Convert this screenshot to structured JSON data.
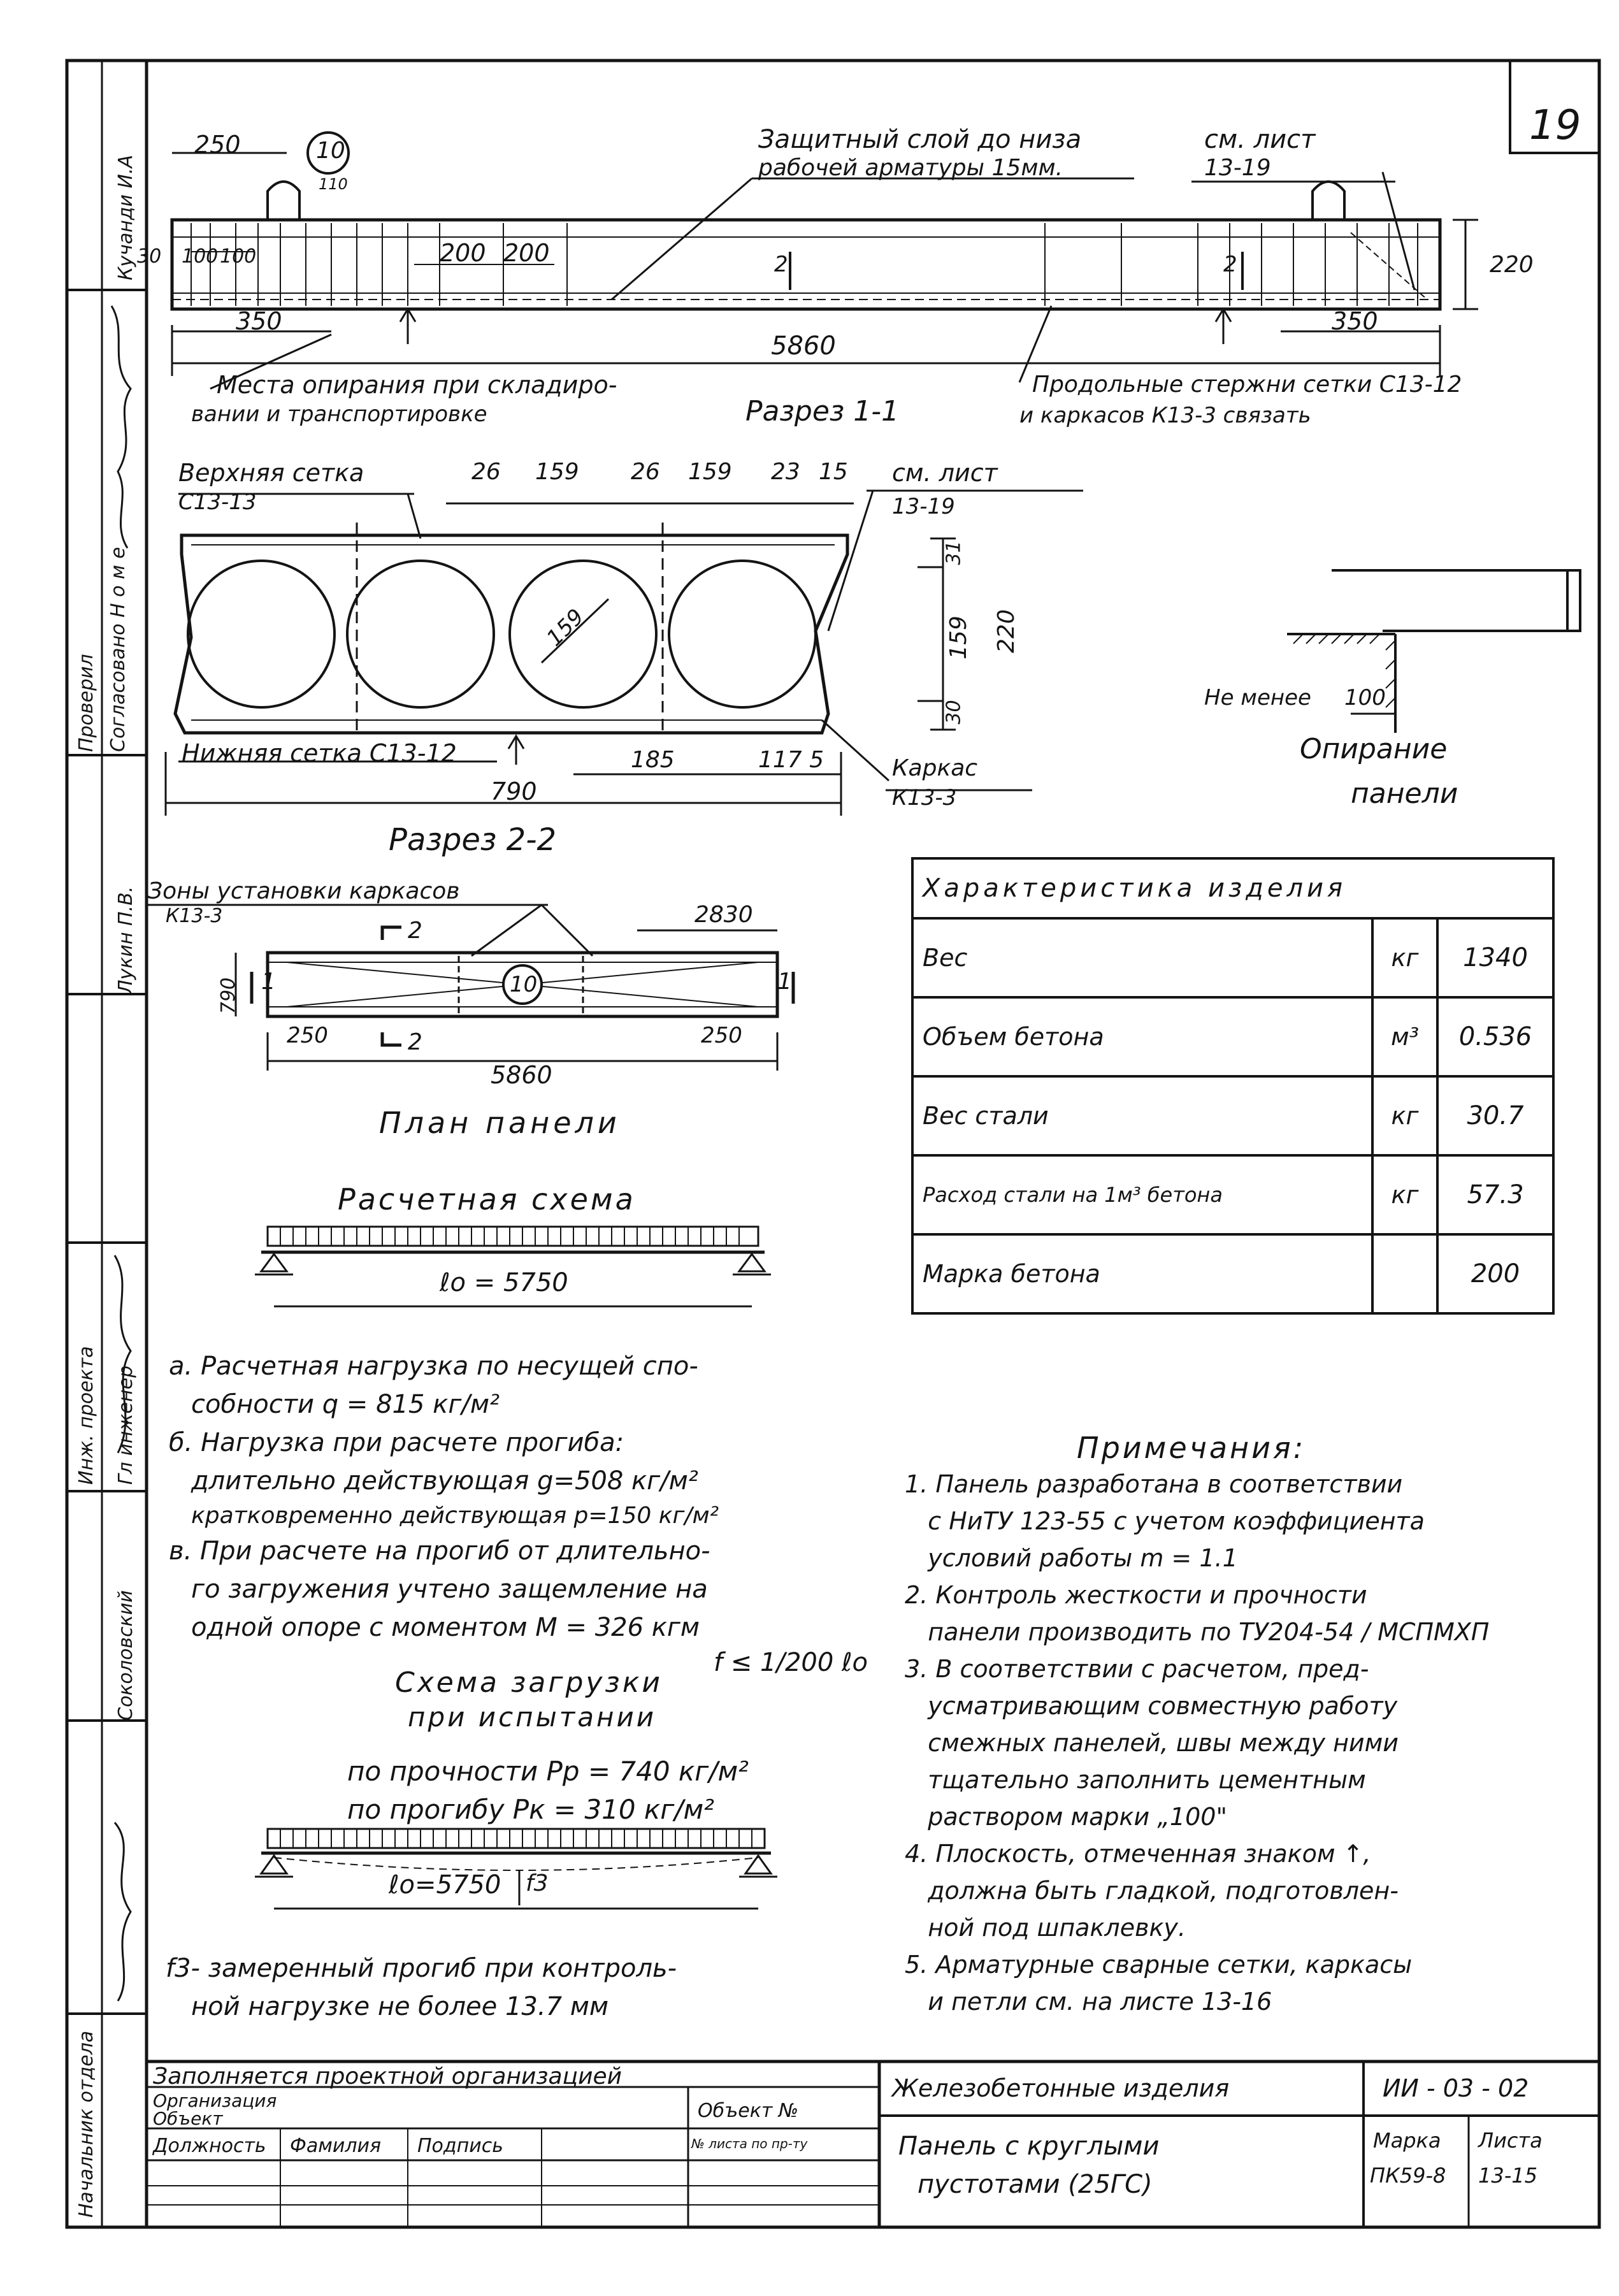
{
  "sheet_number": "19",
  "side_stamp": {
    "name_top": "Кучанди И.А",
    "checked": "Проверил",
    "agreed": "Согласовано Н о м е",
    "name_mid": "Лукин П.В.",
    "chief_eng": "Гл инженер",
    "proj_eng": "Инж. проекта",
    "name_low": "Соколовский",
    "dept_head": "Начальник отдела"
  },
  "section11": {
    "title": "Разрез 1-1",
    "cover_note_1": "Защитный слой до низа",
    "cover_note_2": "рабочей арматуры 15мм.",
    "see_sheet_1": "см. лист",
    "see_sheet_2": "13-19",
    "dim_250": "250",
    "loop_mark": "10",
    "dim_110": "110",
    "dim_30": "30",
    "dim_100a": "100",
    "dim_100b": "100",
    "dim_200a": "200",
    "dim_200b": "200",
    "dim_350a": "350",
    "dim_350b": "350",
    "dim_5860": "5860",
    "dim_220": "220",
    "cut_mark_a": "2",
    "cut_mark_b": "2",
    "support_note_1": "Места опирания при складиро-",
    "support_note_2": "вании и транспортировке",
    "rod_note_1": "Продольные стержни сетки С13-12",
    "rod_note_2": "и каркасов К13-3 связать"
  },
  "section22": {
    "title": "Разрез 2-2",
    "top_mesh_1": "Верхняя сетка",
    "top_mesh_2": "С13-13",
    "d26a": "26",
    "d159a": "159",
    "d26b": "26",
    "d159b": "159",
    "d23": "23",
    "d15": "15",
    "see_sheet_1": "см. лист",
    "see_sheet_2": "13-19",
    "v31": "31",
    "v159": "159",
    "v220": "220",
    "v30": "30",
    "diam": "159",
    "bottom_mesh": "Нижняя сетка С13-12",
    "d185": "185",
    "d1175": "117 5",
    "d790": "790",
    "frame_1": "Каркас",
    "frame_2": "К13-3"
  },
  "support": {
    "min_label": "Не менее",
    "min_val": "100",
    "title_1": "Опирание",
    "title_2": "панели"
  },
  "plan": {
    "title": "План панели",
    "zones": "Зоны установки каркасов",
    "k_mark": "К13-3",
    "d2830": "2830",
    "d790": "790",
    "d250a": "250",
    "d250b": "250",
    "d5860": "5860",
    "mark_10": "10",
    "sec2a": "2",
    "sec2b": "2",
    "sec1a": "1",
    "sec1b": "1"
  },
  "calc_scheme": {
    "title": "Расчетная схема",
    "span": "ℓо = 5750"
  },
  "loads": {
    "a": "а. Расчетная нагрузка по несущей спо-",
    "a2": "собности  q = 815 кг/м²",
    "b": "б. Нагрузка при расчете прогиба:",
    "b1": "длительно действующая  g=508 кг/м²",
    "b2": "кратковременно действующая  p=150 кг/м²",
    "c1": "в. При расчете на прогиб от длительно-",
    "c2": "го загружения учтено защемление на",
    "c3": "одной опоре с моментом  M = 326 кгм",
    "f_limit": "f ≤ 1/200 ℓо"
  },
  "test_scheme": {
    "title_1": "Схема загрузки",
    "title_2": "при испытании",
    "strength": "по прочности Pр = 740 кг/м²",
    "deflection": "по прогибу   Pк = 310 кг/м²",
    "span": "ℓо=5750",
    "f3": "f3",
    "note_1": "f3- замеренный прогиб при контроль-",
    "note_2": "ной нагрузке не более 13.7 мм"
  },
  "characteristics": {
    "title": "Характеристика изделия",
    "rows": [
      {
        "name": "Вес",
        "unit": "кг",
        "value": "1340"
      },
      {
        "name": "Объем бетона",
        "unit": "м³",
        "value": "0.536"
      },
      {
        "name": "Вес стали",
        "unit": "кг",
        "value": "30.7"
      },
      {
        "name": "Расход стали на 1м³ бетона",
        "unit": "кг",
        "value": "57.3"
      },
      {
        "name": "Марка бетона",
        "unit": "",
        "value": "200"
      }
    ]
  },
  "notes": {
    "title": "Примечания:",
    "lines": [
      "1. Панель разработана в соответствии",
      "   с НиТУ 123-55 с учетом коэффициента",
      "   условий работы m = 1.1",
      "2. Контроль жесткости и прочности",
      "   панели производить по ТУ204-54 / МСПМХП",
      "3. В соответствии с расчетом, пред-",
      "   усматривающим совместную работу",
      "   смежных панелей, швы между ними",
      "   тщательно заполнить цементным",
      "   раствором марки „100\"",
      "4. Плоскость, отмеченная знаком ↑,",
      "   должна быть гладкой, подготовлен-",
      "   ной под шпаклевку.",
      "5. Арматурные сварные сетки, каркасы",
      "   и петли см. на листе 13-16"
    ]
  },
  "title_block": {
    "filled_by": "Заполняется проектной организацией",
    "org": "Организация",
    "obj": "Объект",
    "obj_no": "Объект №",
    "position": "Должность",
    "surname": "Фамилия",
    "signature": "Подпись",
    "sheet_no": "№ листа по пр-ту",
    "category": "Железобетонные изделия",
    "series": "ИИ - 03 - 02",
    "product_1": "Панель с круглыми",
    "product_2": "пустотами (25ГС)",
    "mark_label": "Марка",
    "mark_val": "ПК59-8",
    "sheet_label": "Листа",
    "sheet_val": "13-15"
  }
}
